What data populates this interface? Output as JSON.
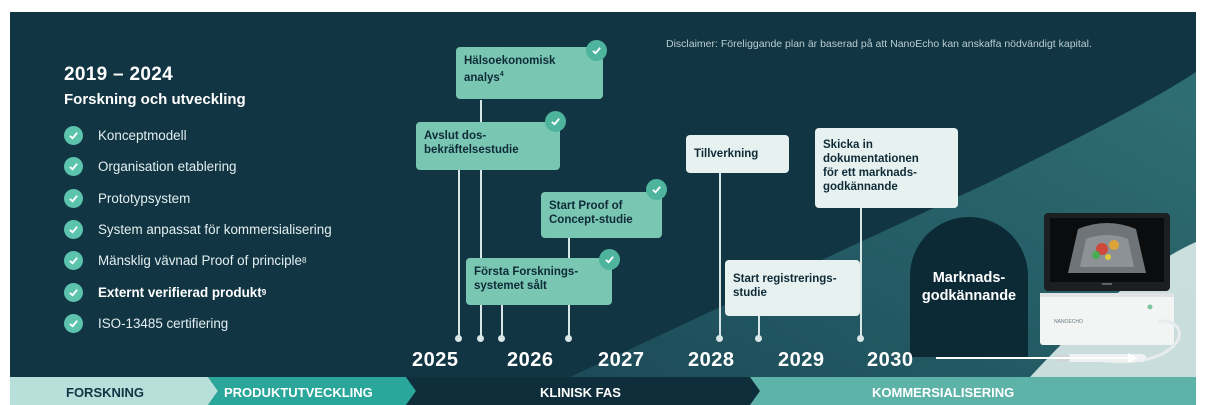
{
  "disclaimer": "Disclaimer: Föreliggande plan är baserad på att NanoEcho kan anskaffa nödvändigt kapital.",
  "period": "2019 – 2024",
  "section_title": "Forskning och utveckling",
  "checklist": [
    {
      "label": "Konceptmodell"
    },
    {
      "label": "Organisation etablering"
    },
    {
      "label": "Prototypsystem"
    },
    {
      "label": "System anpassat för kommersialisering"
    },
    {
      "label": "Mänsklig vävnad Proof of principle",
      "sup": "8"
    },
    {
      "label": "Externt verifierad produkt",
      "sup": "9"
    },
    {
      "label": "ISO-13485 certifiering"
    }
  ],
  "milestones": {
    "halsoekonomisk": {
      "line1": "Hälsoekonomisk",
      "line2": "analys",
      "sup": "4",
      "done": true
    },
    "dos": {
      "line1": "Avslut dos-",
      "line2": "bekräftelsestudie",
      "done": true
    },
    "proof": {
      "line1": "Start Proof of",
      "line2": "Concept-studie",
      "done": true
    },
    "forsta": {
      "line1": "Första Forsknings-",
      "line2": "systemet sålt",
      "done": true
    },
    "tillverkning": {
      "line1": "Tillverkning",
      "done": false
    },
    "registrering": {
      "line1": "Start registrerings-",
      "line2": "studie",
      "done": false
    },
    "skicka": {
      "line1": "Skicka in",
      "line2": "dokumentationen",
      "line3": "för ett marknads-",
      "line4": "godkännande",
      "done": false
    }
  },
  "market_approval": {
    "line1": "Marknads-",
    "line2": "godkännande"
  },
  "years": [
    "2025",
    "2026",
    "2027",
    "2028",
    "2029",
    "2030"
  ],
  "phases": [
    "FORSKNING",
    "PRODUKTUTVECKLING",
    "KLINISK FAS",
    "KOMMERSIALISERING"
  ],
  "device": {
    "brand_label": "NANOECHO"
  },
  "colors": {
    "background": "#113543",
    "accent": "#79c6b3",
    "check": "#5cc3ad",
    "light_box": "#e6f1f0"
  }
}
